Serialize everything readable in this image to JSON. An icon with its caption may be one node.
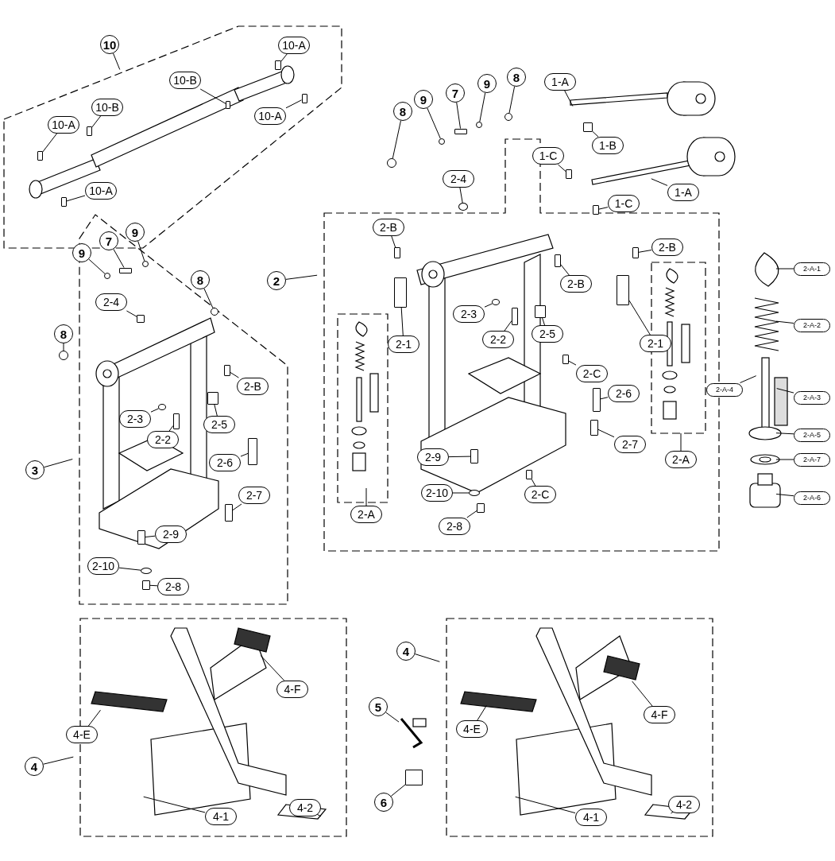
{
  "diagram": {
    "nodes": [
      {
        "text": [
          "10"
        ]
      },
      {
        "text": [
          "10-A"
        ]
      },
      {
        "text": [
          "10-B"
        ]
      },
      {
        "text": [
          "8"
        ]
      },
      {
        "text": [
          "1-A"
        ]
      },
      {
        "text": [
          "9"
        ]
      },
      {
        "text": [
          "7"
        ]
      },
      {
        "text": [
          "9"
        ]
      },
      {
        "text": [
          "10-B"
        ]
      },
      {
        "text": [
          "8"
        ]
      },
      {
        "text": [
          "10-A"
        ]
      },
      {
        "text": [
          "1-B"
        ]
      },
      {
        "text": [
          "10-A"
        ]
      },
      {
        "text": [
          "1-C"
        ]
      },
      {
        "text": [
          "2-4"
        ]
      },
      {
        "text": [
          "1-A"
        ]
      },
      {
        "text": [
          "10-A"
        ]
      },
      {
        "text": [
          "1-C"
        ]
      },
      {
        "text": [
          "2-B"
        ]
      },
      {
        "text": [
          "7"
        ]
      },
      {
        "text": [
          "9"
        ]
      },
      {
        "text": [
          "2-B"
        ]
      },
      {
        "text": [
          "9"
        ]
      },
      {
        "text": [
          "2-A-1"
        ]
      },
      {
        "text": [
          "8"
        ]
      },
      {
        "text": [
          "2"
        ]
      },
      {
        "text": [
          "2-B"
        ]
      },
      {
        "text": [
          "2-4"
        ]
      },
      {
        "text": [
          "2-3"
        ]
      },
      {
        "text": [
          "2-A-2"
        ]
      },
      {
        "text": [
          "8"
        ]
      },
      {
        "text": [
          "2-2"
        ]
      },
      {
        "text": [
          "2-5"
        ]
      },
      {
        "text": [
          "2-1"
        ]
      },
      {
        "text": [
          "2-1"
        ]
      },
      {
        "text": [
          "2-C"
        ]
      },
      {
        "text": [
          "2-B"
        ]
      },
      {
        "text": [
          "2-A-4"
        ]
      },
      {
        "text": [
          "2-6"
        ]
      },
      {
        "text": [
          "2-A-3"
        ]
      },
      {
        "text": [
          "2-3"
        ]
      },
      {
        "text": [
          "2-5"
        ]
      },
      {
        "text": [
          "2-A-5"
        ]
      },
      {
        "text": [
          "2-2"
        ]
      },
      {
        "text": [
          "2-7"
        ]
      },
      {
        "text": [
          "2-9"
        ]
      },
      {
        "text": [
          "2-A"
        ]
      },
      {
        "text": [
          "2-A-7"
        ]
      },
      {
        "text": [
          "2-6"
        ]
      },
      {
        "text": [
          "3"
        ]
      },
      {
        "text": [
          "2-10"
        ]
      },
      {
        "text": [
          "2-C"
        ]
      },
      {
        "text": [
          "2-7"
        ]
      },
      {
        "text": [
          "2-A-6"
        ]
      },
      {
        "text": [
          "2-A"
        ]
      },
      {
        "text": [
          "2-8"
        ]
      },
      {
        "text": [
          "2-9"
        ]
      },
      {
        "text": [
          "2-10"
        ]
      },
      {
        "text": [
          "2-8"
        ]
      },
      {
        "text": [
          "4"
        ]
      },
      {
        "text": [
          "4-F"
        ]
      },
      {
        "text": [
          "5"
        ]
      },
      {
        "text": [
          "4-F"
        ]
      },
      {
        "text": [
          "4-E"
        ]
      },
      {
        "text": [
          "4-E"
        ]
      },
      {
        "text": [
          "4"
        ]
      },
      {
        "text": [
          "6"
        ]
      },
      {
        "text": [
          "4-2"
        ]
      },
      {
        "text": [
          "4-2"
        ]
      },
      {
        "text": [
          "4-1"
        ]
      },
      {
        "text": [
          "4-1"
        ]
      },
      {
        "text": [],
        "shape": "box"
      },
      {
        "text": [],
        "shape": "box"
      },
      {
        "text": [],
        "shape": "circle"
      },
      {
        "text": [],
        "shape": "circle"
      },
      {
        "text": [],
        "shape": "box"
      },
      {
        "text": [],
        "shape": "circle"
      },
      {
        "text": [],
        "shape": "box"
      },
      {
        "text": [],
        "shape": "circle"
      },
      {
        "text": [],
        "shape": "box"
      },
      {
        "text": [],
        "shape": "box"
      },
      {
        "text": [],
        "shape": "box"
      },
      {
        "text": [],
        "shape": "box"
      },
      {
        "text": [],
        "shape": "circle"
      },
      {
        "text": [],
        "shape": "box"
      },
      {
        "text": [],
        "shape": "box"
      },
      {
        "text": [],
        "shape": "box"
      },
      {
        "text": [],
        "shape": "box"
      },
      {
        "text": [],
        "shape": "circle"
      },
      {
        "text": [],
        "shape": "box"
      },
      {
        "text": [],
        "shape": "circle"
      },
      {
        "text": [],
        "shape": "circle"
      },
      {
        "text": [],
        "shape": "box"
      },
      {
        "text": [],
        "shape": "box"
      },
      {
        "text": [],
        "shape": "circle"
      },
      {
        "text": [],
        "shape": "circle"
      },
      {
        "text": [],
        "shape": "box"
      },
      {
        "text": [],
        "shape": "box"
      },
      {
        "text": [],
        "shape": "box"
      },
      {
        "text": [],
        "shape": "box"
      },
      {
        "text": [],
        "shape": "box"
      },
      {
        "text": [],
        "shape": "box"
      },
      {
        "text": [],
        "shape": "box"
      },
      {
        "text": [],
        "shape": "circle"
      },
      {
        "text": [],
        "shape": "box"
      },
      {
        "text": [],
        "shape": "box"
      },
      {
        "text": [],
        "shape": "box"
      },
      {
        "text": [],
        "shape": "box"
      },
      {
        "text": [],
        "shape": "box"
      },
      {
        "text": [],
        "shape": "circle"
      },
      {
        "text": [],
        "shape": "box"
      },
      {
        "text": [],
        "shape": "box"
      },
      {
        "text": [],
        "shape": "box"
      },
      {
        "text": [],
        "shape": "box"
      },
      {
        "text": [],
        "shape": "circle"
      },
      {
        "text": [],
        "shape": "box"
      },
      {
        "text": [],
        "shape": "box"
      },
      {
        "text": [],
        "shape": "picture"
      }
    ],
    "edges": [
      {
        "from": 0,
        "to": null,
        "arrow": "none"
      },
      {
        "from": 1,
        "to": 71,
        "arrow": "none"
      },
      {
        "from": 2,
        "to": 72,
        "arrow": "none"
      },
      {
        "from": 3,
        "to": 73,
        "arrow": "none"
      },
      {
        "from": 4,
        "to": null,
        "arrow": "none"
      },
      {
        "from": 5,
        "to": 74,
        "arrow": "none"
      },
      {
        "from": 6,
        "to": 75,
        "arrow": "none"
      },
      {
        "from": 7,
        "to": 76,
        "arrow": "none"
      },
      {
        "from": 8,
        "to": 77,
        "arrow": "none"
      },
      {
        "from": 9,
        "to": 78,
        "arrow": "none"
      },
      {
        "from": 10,
        "to": 79,
        "arrow": "none"
      },
      {
        "from": 11,
        "to": 80,
        "arrow": "none"
      },
      {
        "from": 12,
        "to": 81,
        "arrow": "none"
      },
      {
        "from": 13,
        "to": 82,
        "arrow": "none"
      },
      {
        "from": 14,
        "to": 83,
        "arrow": "none"
      },
      {
        "from": 15,
        "to": null,
        "arrow": "none"
      },
      {
        "from": 16,
        "to": 84,
        "arrow": "none"
      },
      {
        "from": 17,
        "to": 85,
        "arrow": "none"
      },
      {
        "from": 18,
        "to": 86,
        "arrow": "none"
      },
      {
        "from": 19,
        "to": 87,
        "arrow": "none"
      },
      {
        "from": 20,
        "to": 88,
        "arrow": "none"
      },
      {
        "from": 21,
        "to": 89,
        "arrow": "none"
      },
      {
        "from": 22,
        "to": 90,
        "arrow": "none"
      },
      {
        "from": 23,
        "to": null,
        "arrow": "none"
      },
      {
        "from": 24,
        "to": 91,
        "arrow": "none"
      },
      {
        "from": 25,
        "to": null,
        "arrow": "none"
      },
      {
        "from": 26,
        "to": 92,
        "arrow": "none"
      },
      {
        "from": 27,
        "to": 93,
        "arrow": "none"
      },
      {
        "from": 28,
        "to": 94,
        "arrow": "none"
      },
      {
        "from": 29,
        "to": null,
        "arrow": "none"
      },
      {
        "from": 30,
        "to": 95,
        "arrow": "none"
      },
      {
        "from": 31,
        "to": 96,
        "arrow": "none"
      },
      {
        "from": 32,
        "to": 97,
        "arrow": "none"
      },
      {
        "from": 33,
        "to": 98,
        "arrow": "none"
      },
      {
        "from": 34,
        "to": 99,
        "arrow": "none"
      },
      {
        "from": 35,
        "to": 100,
        "arrow": "none"
      },
      {
        "from": 36,
        "to": 101,
        "arrow": "none"
      },
      {
        "from": 37,
        "to": null,
        "arrow": "none"
      },
      {
        "from": 38,
        "to": 102,
        "arrow": "none"
      },
      {
        "from": 39,
        "to": null,
        "arrow": "none"
      },
      {
        "from": 40,
        "to": 103,
        "arrow": "none"
      },
      {
        "from": 41,
        "to": 104,
        "arrow": "none"
      },
      {
        "from": 42,
        "to": null,
        "arrow": "none"
      },
      {
        "from": 43,
        "to": 105,
        "arrow": "none"
      },
      {
        "from": 44,
        "to": 106,
        "arrow": "none"
      },
      {
        "from": 45,
        "to": 107,
        "arrow": "none"
      },
      {
        "from": 46,
        "to": null,
        "arrow": "none"
      },
      {
        "from": 47,
        "to": null,
        "arrow": "none"
      },
      {
        "from": 48,
        "to": 108,
        "arrow": "none"
      },
      {
        "from": 49,
        "to": null,
        "arrow": "none"
      },
      {
        "from": 50,
        "to": 109,
        "arrow": "none"
      },
      {
        "from": 51,
        "to": 110,
        "arrow": "none"
      },
      {
        "from": 52,
        "to": 111,
        "arrow": "none"
      },
      {
        "from": 53,
        "to": null,
        "arrow": "none"
      },
      {
        "from": 54,
        "to": null,
        "arrow": "none"
      },
      {
        "from": 55,
        "to": 112,
        "arrow": "none"
      },
      {
        "from": 56,
        "to": 113,
        "arrow": "none"
      },
      {
        "from": 57,
        "to": 114,
        "arrow": "none"
      },
      {
        "from": 58,
        "to": 115,
        "arrow": "none"
      },
      {
        "from": 59,
        "to": null,
        "arrow": "none"
      },
      {
        "from": 60,
        "to": null,
        "arrow": "none"
      },
      {
        "from": 61,
        "to": 117,
        "arrow": "none"
      },
      {
        "from": 62,
        "to": null,
        "arrow": "none"
      },
      {
        "from": 63,
        "to": null,
        "arrow": "none"
      },
      {
        "from": 64,
        "to": null,
        "arrow": "none"
      },
      {
        "from": 65,
        "to": null,
        "arrow": "none"
      },
      {
        "from": 66,
        "to": 116,
        "arrow": "none"
      },
      {
        "from": 67,
        "to": null,
        "arrow": "none"
      },
      {
        "from": 68,
        "to": null,
        "arrow": "none"
      },
      {
        "from": 69,
        "to": null,
        "arrow": "none"
      },
      {
        "from": 70,
        "to": null,
        "arrow": "none"
      }
    ]
  }
}
